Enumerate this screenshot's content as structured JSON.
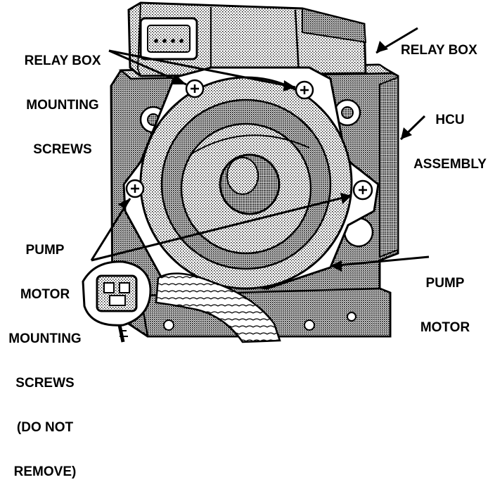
{
  "labels": {
    "relay_box_screws": [
      "RELAY BOX",
      "MOUNTING",
      "SCREWS"
    ],
    "relay_box": [
      "RELAY BOX"
    ],
    "hcu_assembly": [
      "HCU",
      "ASSEMBLY"
    ],
    "pump_motor_screws": [
      "PUMP",
      "MOTOR",
      "MOUNTING",
      "SCREWS",
      "(DO NOT",
      "REMOVE)"
    ],
    "pump_motor": [
      "PUMP",
      "MOTOR"
    ]
  },
  "colors": {
    "ink": "#000000",
    "paper": "#ffffff",
    "shade": "#9a9a9a",
    "dark": "#5a5a5a"
  }
}
